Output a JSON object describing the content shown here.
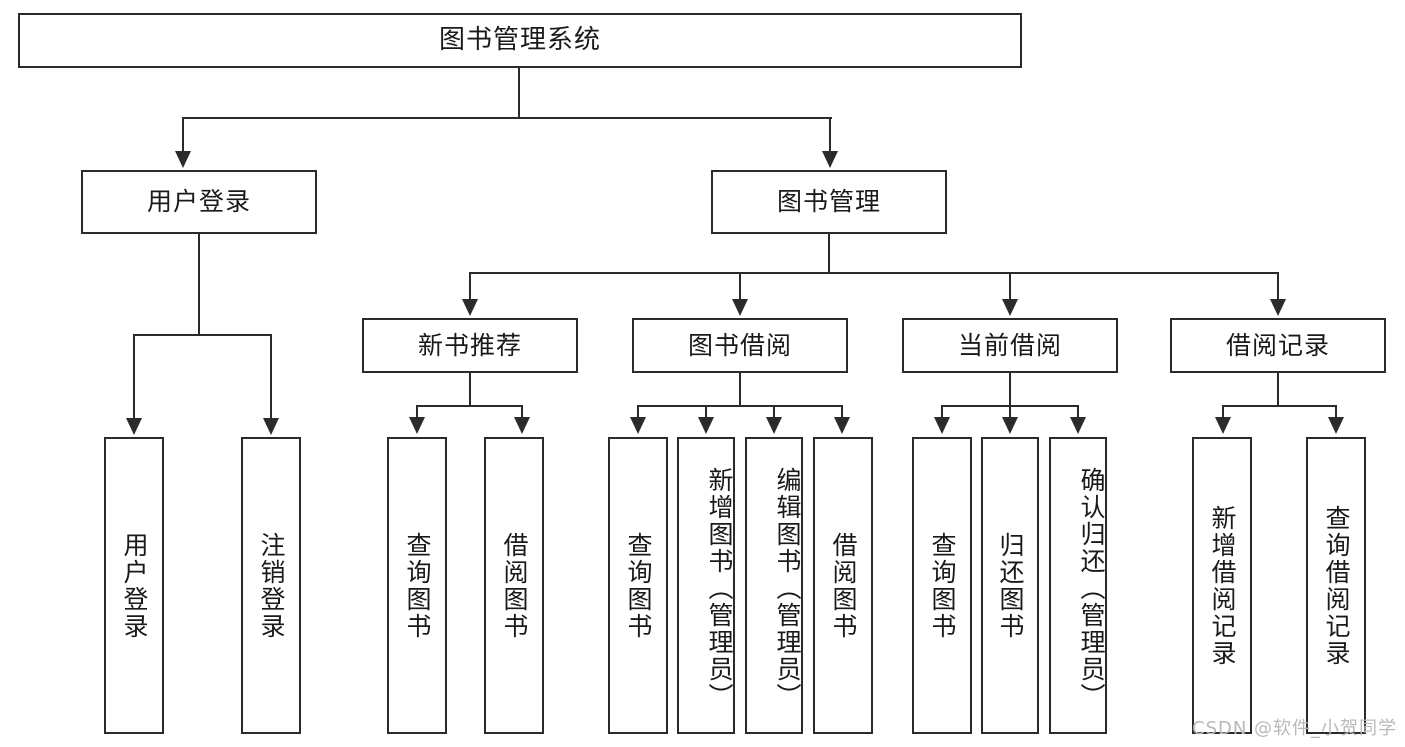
{
  "diagram": {
    "title": "图书管理系统",
    "type": "hierarchy-tree",
    "root": {
      "label": "图书管理系统"
    },
    "level2": [
      {
        "id": "user-login",
        "label": "用户登录"
      },
      {
        "id": "book-manage",
        "label": "图书管理"
      }
    ],
    "level3": [
      {
        "id": "new-book-recommend",
        "label": "新书推荐"
      },
      {
        "id": "book-borrow",
        "label": "图书借阅"
      },
      {
        "id": "current-borrow",
        "label": "当前借阅"
      },
      {
        "id": "borrow-record",
        "label": "借阅记录"
      }
    ],
    "leaves": {
      "user_login": [
        {
          "id": "leaf-user-login",
          "label": "用户登录"
        },
        {
          "id": "leaf-logout",
          "label": "注销登录"
        }
      ],
      "new_book_recommend": [
        {
          "id": "leaf-query-book-1",
          "label": "查询图书"
        },
        {
          "id": "leaf-borrow-book-1",
          "label": "借阅图书"
        }
      ],
      "book_borrow": [
        {
          "id": "leaf-query-book-2",
          "label": "查询图书"
        },
        {
          "id": "leaf-add-book",
          "label": "新增图书（管理员）"
        },
        {
          "id": "leaf-edit-book",
          "label": "编辑图书（管理员）"
        },
        {
          "id": "leaf-borrow-book-2",
          "label": "借阅图书"
        }
      ],
      "current_borrow": [
        {
          "id": "leaf-query-book-3",
          "label": "查询图书"
        },
        {
          "id": "leaf-return-book",
          "label": "归还图书"
        },
        {
          "id": "leaf-confirm-return",
          "label": "确认归还（管理员）"
        }
      ],
      "borrow_record": [
        {
          "id": "leaf-add-record",
          "label": "新增借阅记录"
        },
        {
          "id": "leaf-query-record",
          "label": "查询借阅记录"
        }
      ]
    }
  },
  "watermark": {
    "text": "CSDN @软件_小贺同学"
  },
  "colors": {
    "stroke": "#2b2b2b",
    "fill": "#ffffff",
    "text": "#1a1a1a",
    "watermark": "#b9b9b9"
  }
}
